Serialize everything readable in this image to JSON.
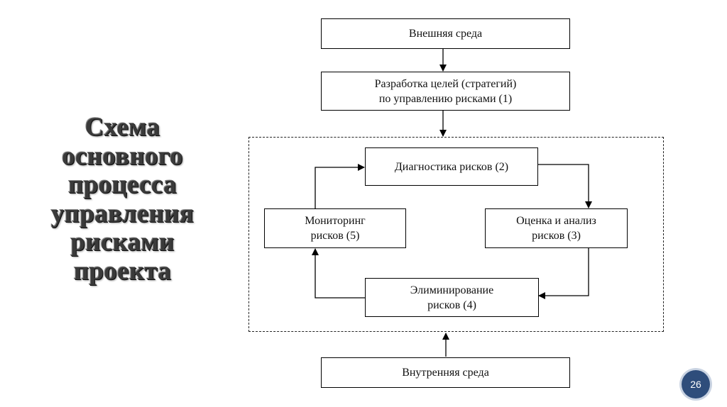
{
  "title_lines": [
    "Схема",
    "основного",
    "процесса",
    "управления",
    "рисками",
    "проекта"
  ],
  "boxes": {
    "external": [
      "Внешняя среда"
    ],
    "goals": [
      "Разработка целей (стратегий)",
      "по управлению рисками (1)"
    ],
    "diagnostics": [
      "Диагностика рисков (2)"
    ],
    "assessment": [
      "Оценка и анализ",
      "рисков (3)"
    ],
    "elimination": [
      "Элиминирование",
      "рисков (4)"
    ],
    "monitoring": [
      "Мониторинг",
      "рисков (5)"
    ],
    "internal": [
      "Внутренняя среда"
    ]
  },
  "page_number": "26",
  "colors": {
    "badge": "#2e4d7b",
    "badge_ring": "#c9d3e2",
    "title_text": "#3a3a3a"
  }
}
